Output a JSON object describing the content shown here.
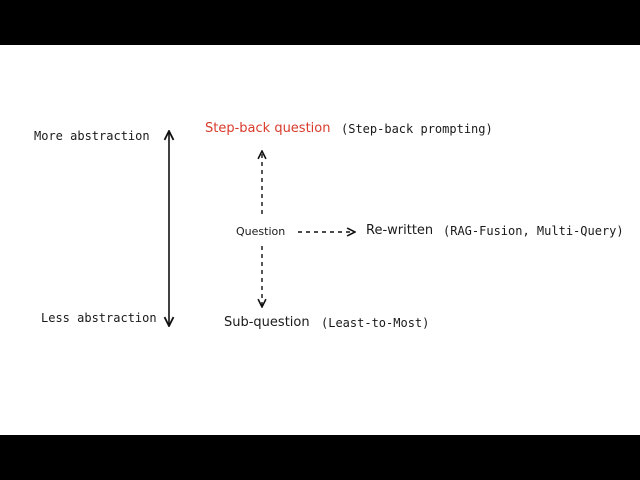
{
  "diagram": {
    "axis": {
      "top_label": "More abstraction",
      "bottom_label": "Less abstraction"
    },
    "center": {
      "label": "Question"
    },
    "up": {
      "label": "Step-back question",
      "note": "(Step-back prompting)",
      "color": "#d93b2b"
    },
    "right": {
      "label": "Re-written",
      "note": "(RAG-Fusion, Multi-Query)"
    },
    "down": {
      "label": "Sub-question",
      "note": "(Least-to-Most)"
    }
  }
}
